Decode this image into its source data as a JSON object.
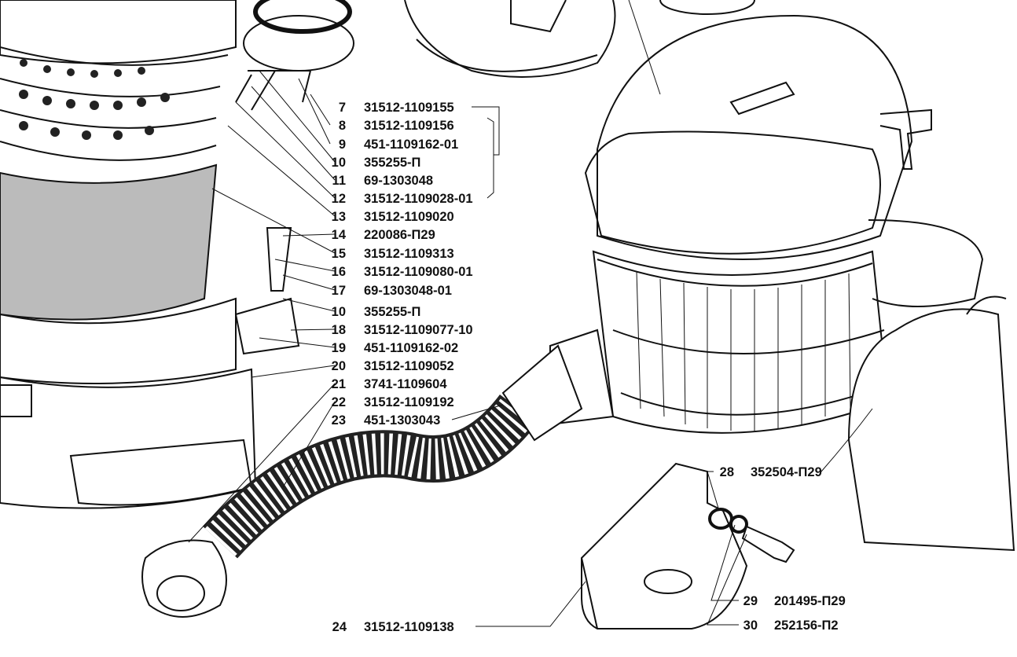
{
  "callouts": [
    {
      "num": "7",
      "part": "31512-1109155"
    },
    {
      "num": "8",
      "part": "31512-1109156"
    },
    {
      "num": "9",
      "part": "451-1109162-01"
    },
    {
      "num": "10",
      "part": "355255-П"
    },
    {
      "num": "11",
      "part": "69-1303048"
    },
    {
      "num": "12",
      "part": "31512-1109028-01"
    },
    {
      "num": "13",
      "part": "31512-1109020"
    },
    {
      "num": "14",
      "part": "220086-П29"
    },
    {
      "num": "15",
      "part": "31512-1109313"
    },
    {
      "num": "16",
      "part": "31512-1109080-01"
    },
    {
      "num": "17",
      "part": "69-1303048-01"
    },
    {
      "num": "10",
      "part": "355255-П"
    },
    {
      "num": "18",
      "part": "31512-1109077-10"
    },
    {
      "num": "19",
      "part": "451-1109162-02"
    },
    {
      "num": "20",
      "part": "31512-1109052"
    },
    {
      "num": "21",
      "part": "3741-1109604"
    },
    {
      "num": "22",
      "part": "31512-1109192"
    },
    {
      "num": "23",
      "part": "451-1303043"
    },
    {
      "num": "24",
      "part": "31512-1109138"
    },
    {
      "num": "28",
      "part": "352504-П29"
    },
    {
      "num": "29",
      "part": "201495-П29"
    },
    {
      "num": "30",
      "part": "252156-П2"
    }
  ]
}
